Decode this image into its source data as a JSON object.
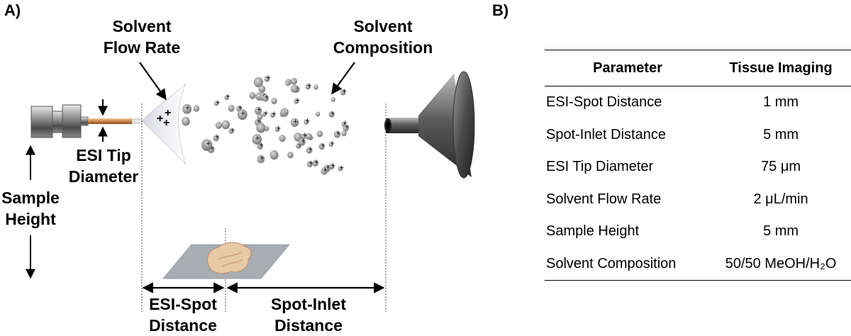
{
  "panels": {
    "a": "A)",
    "b": "B)"
  },
  "diagram": {
    "labels": {
      "solvent_flow_rate": [
        "Solvent",
        "Flow Rate"
      ],
      "solvent_composition": [
        "Solvent",
        "Composition"
      ],
      "esi_tip_diameter": [
        "ESI Tip",
        "Diameter"
      ],
      "sample_height": [
        "Sample",
        "Height"
      ],
      "esi_spot_distance": [
        "ESI-Spot",
        "Distance"
      ],
      "spot_inlet_distance": [
        "Spot-Inlet",
        "Distance"
      ]
    },
    "charge_symbol": "+"
  },
  "table": {
    "headers": [
      "Parameter",
      "Tissue Imaging"
    ],
    "rows": [
      [
        "ESI-Spot Distance",
        "1 mm"
      ],
      [
        "Spot-Inlet Distance",
        "5 mm"
      ],
      [
        "ESI Tip Diameter",
        "75 μm"
      ],
      [
        "Solvent Flow Rate",
        "2 μL/min"
      ],
      [
        "Sample Height",
        "5 mm"
      ],
      [
        "Solvent Composition",
        "50/50 MeOH/H₂O"
      ]
    ]
  }
}
